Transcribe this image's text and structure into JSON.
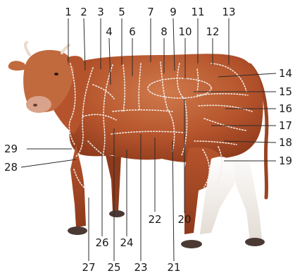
{
  "diagram": {
    "labels": [
      "1",
      "2",
      "3",
      "4",
      "5",
      "6",
      "7",
      "8",
      "9",
      "10",
      "11",
      "12",
      "13",
      "14",
      "15",
      "16",
      "17",
      "18",
      "19",
      "20",
      "21",
      "22",
      "23",
      "24",
      "25",
      "26",
      "27",
      "28",
      "29"
    ]
  },
  "colors": {
    "coat": "#b5542c",
    "coat_shadow": "#8e3a1c",
    "coat_light": "#cf7a4c",
    "white_patch": "#f2ede8",
    "hoof": "#4a3a33",
    "cut_lines": "#f3ece6",
    "label_text": "#1a1a1a"
  }
}
